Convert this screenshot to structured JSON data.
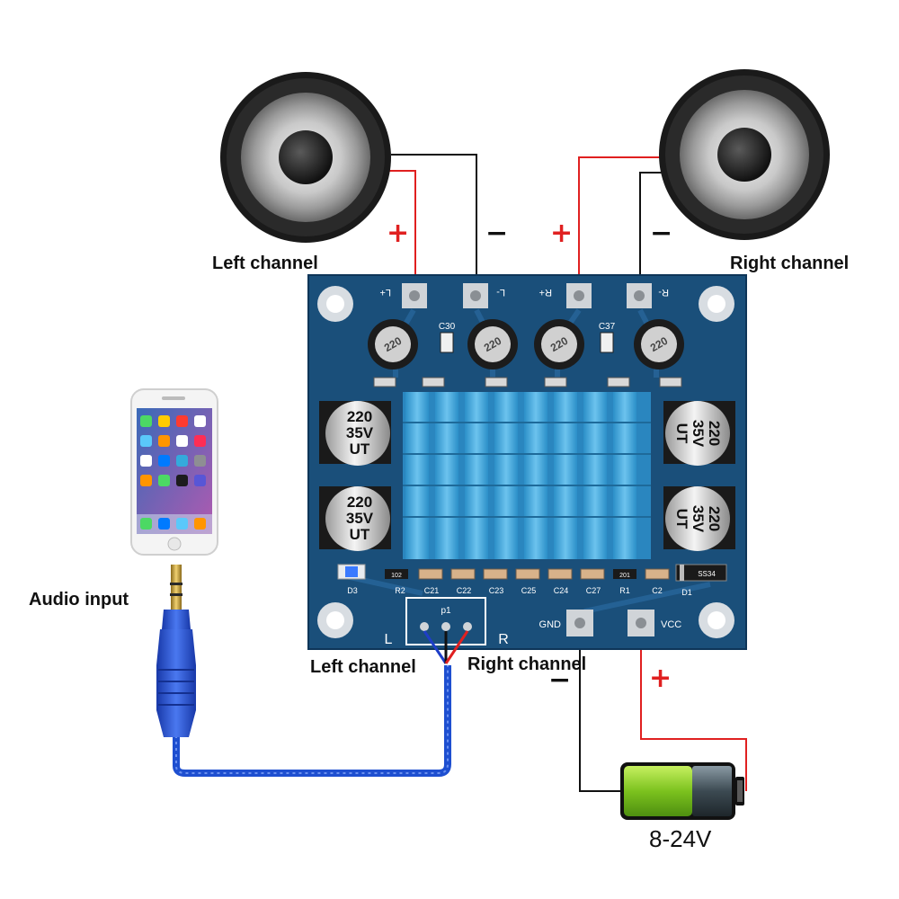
{
  "labels": {
    "left_channel_top": "Left channel",
    "right_channel_top": "Right channel",
    "audio_input": "Audio input",
    "left_channel_bottom": "Left channel",
    "right_channel_bottom": "Right channel",
    "voltage": "8-24V"
  },
  "signs": {
    "plus": "+",
    "minus": "−"
  },
  "board": {
    "terminals": {
      "l_plus": "L+",
      "l_minus": "L-",
      "r_plus": "R+",
      "r_minus": "R-",
      "gnd": "GND",
      "vcc": "VCC"
    },
    "capacitors": {
      "value": "220",
      "voltage": "35V",
      "brand": "UT"
    },
    "inductor_value": "220",
    "refs": {
      "c30": "C30",
      "c37": "C37",
      "d3": "D3",
      "d1": "D1",
      "r2": "R2",
      "r1": "R1",
      "c21": "C21",
      "c22": "C22",
      "c23": "C23",
      "c25": "C25",
      "c24": "C24",
      "c27": "C27",
      "c2": "C2",
      "p1": "p1",
      "l": "L",
      "r": "R",
      "r102": "102",
      "r201": "201",
      "ss34": "SS34"
    }
  },
  "colors": {
    "pcb": "#1a4f7a",
    "heatsink": "#3ea3d8",
    "wire_positive": "#e02020",
    "wire_negative": "#111111",
    "cable": "#1e4fd0",
    "battery_fill": "#8fd12a"
  }
}
